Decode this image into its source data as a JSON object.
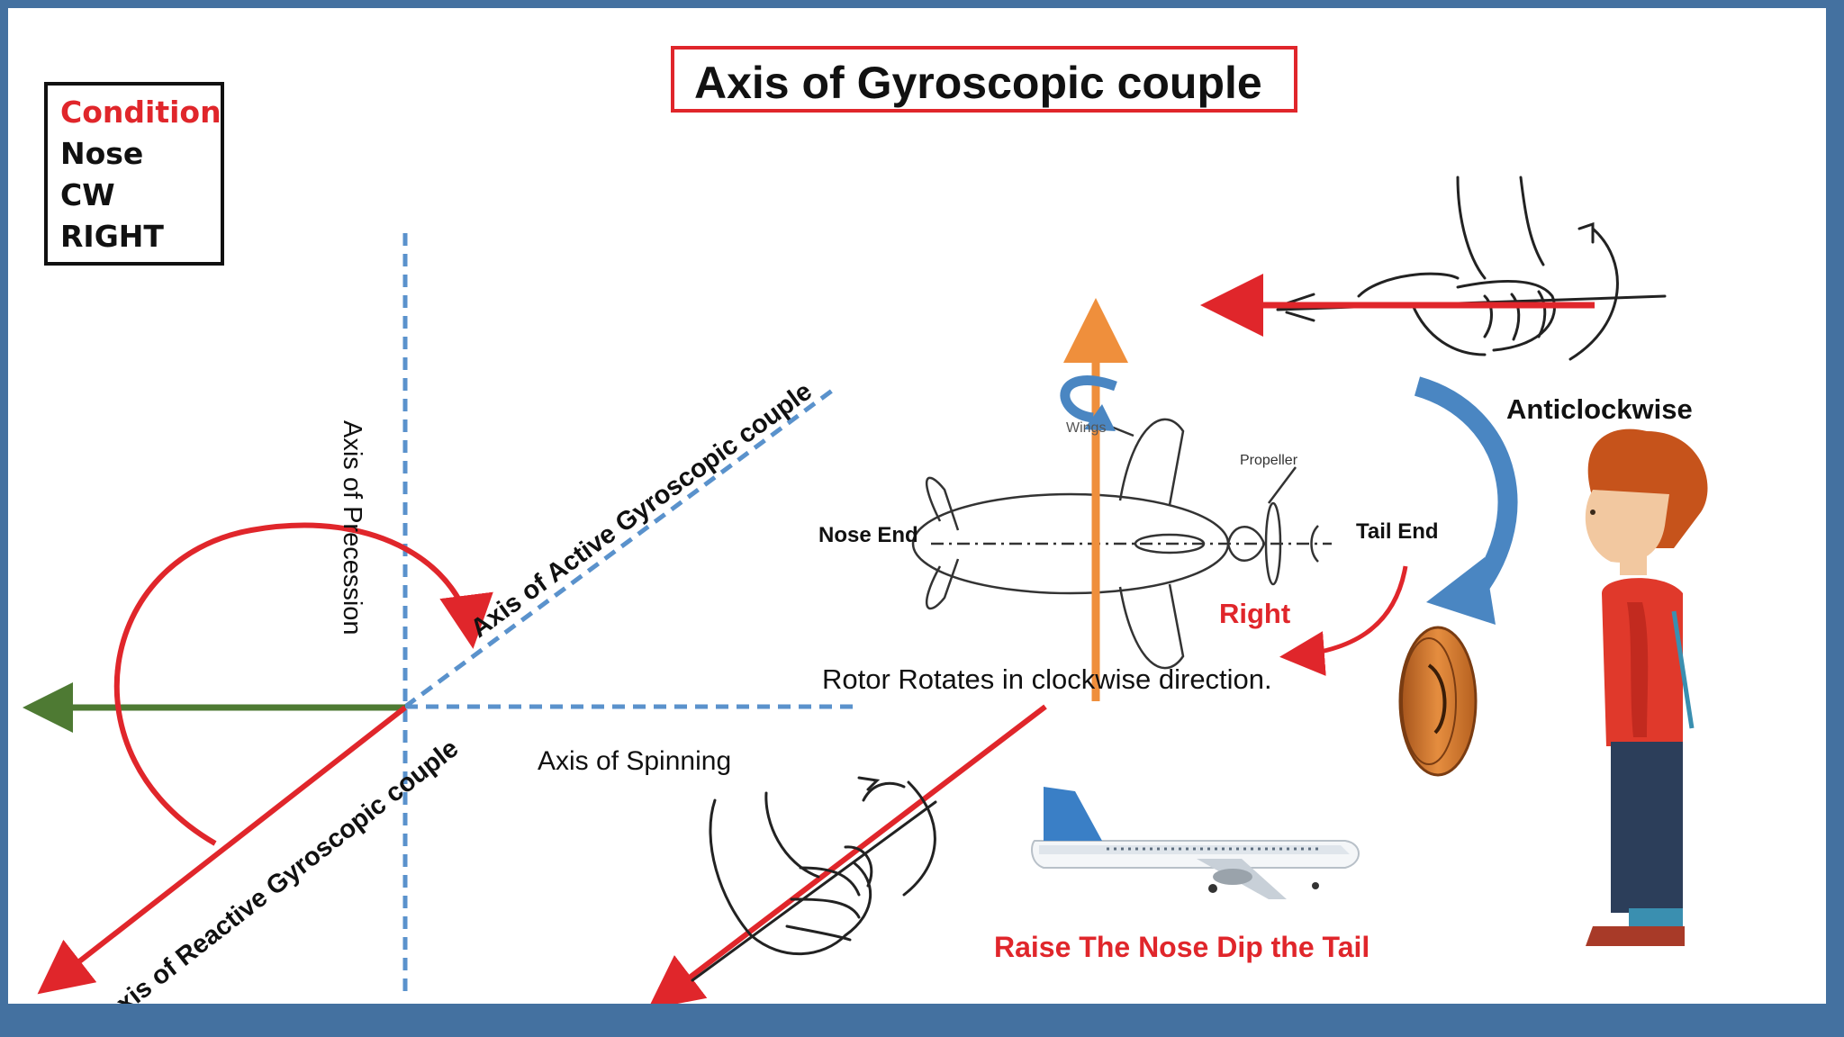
{
  "title": "Axis of Gyroscopic couple",
  "condition_box": {
    "heading": "Condition",
    "lines": [
      "Nose",
      "CW",
      "RIGHT"
    ]
  },
  "labels": {
    "axis_precession": "Axis of Precession",
    "axis_active": "Axis of Active Gyroscopic couple",
    "axis_reactive": "Axis of Reactive Gyroscopic couple",
    "axis_spinning": "Axis of Spinning",
    "nose_end": "Nose End",
    "tail_end": "Tail End",
    "wings": "Wings",
    "propeller": "Propeller",
    "right": "Right",
    "anticlockwise": "Anticlockwise",
    "rotor_rotates": "Rotor Rotates in clockwise direction.",
    "raise_nose": "Raise The Nose Dip the Tail"
  },
  "colors": {
    "frame": "#4471a0",
    "red": "#e0262b",
    "blue_dashed": "#5a92cc",
    "green": "#4e7a33",
    "orange": "#ef8f3c",
    "blue_arrow": "#4a86c2"
  }
}
